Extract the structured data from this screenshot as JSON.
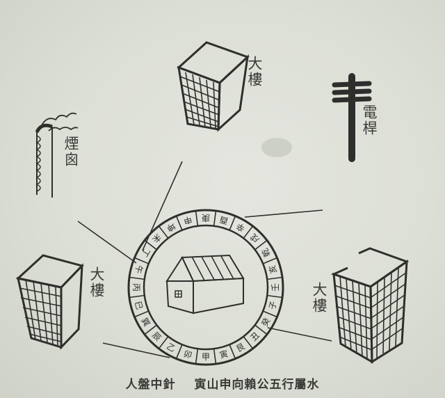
{
  "labels": {
    "chimney": "煙囪",
    "building_top": "大樓",
    "utility_pole": "電桿",
    "building_left": "大樓",
    "building_right": "大樓"
  },
  "caption": {
    "left": "人盤中針",
    "right": "寅山申向賴公五行屬水"
  },
  "compass_ring": {
    "mountains_clockwise_from_bottom": [
      "甲",
      "卯",
      "乙",
      "辰",
      "巽",
      "巳",
      "丙",
      "午",
      "丁",
      "未",
      "坤",
      "申",
      "庚",
      "酉",
      "辛",
      "戌",
      "乾",
      "亥",
      "壬",
      "子",
      "癸",
      "丑",
      "艮",
      "寅"
    ]
  },
  "colors": {
    "paper": "#dcdfd6",
    "ink": "#2e2f2c",
    "text": "#3a3b38"
  }
}
